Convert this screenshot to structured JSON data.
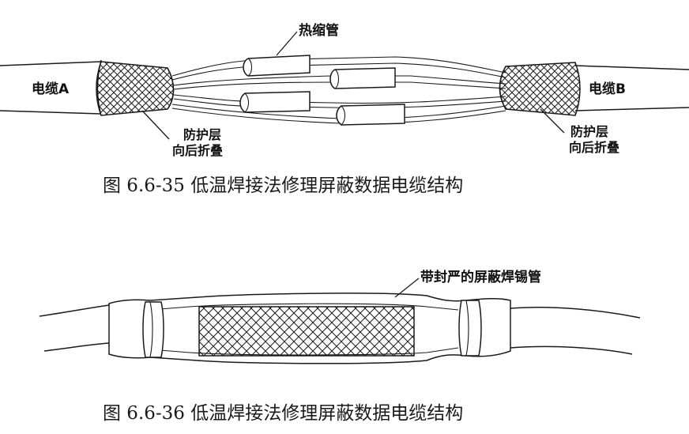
{
  "figure1": {
    "label_heat_shrink": "热缩管",
    "label_cable_a": "电缆A",
    "label_cable_b": "电缆B",
    "label_shield_left_1": "防护层",
    "label_shield_left_2": "向后折叠",
    "label_shield_right_1": "防护层",
    "label_shield_right_2": "向后折叠",
    "caption": "图 6.6-35 低温焊接法修理屏蔽数据电缆结构"
  },
  "figure2": {
    "label_solder_sleeve": "带封严的屏蔽焊锡管",
    "caption": "图 6.6-36 低温焊接法修理屏蔽数据电缆结构"
  }
}
